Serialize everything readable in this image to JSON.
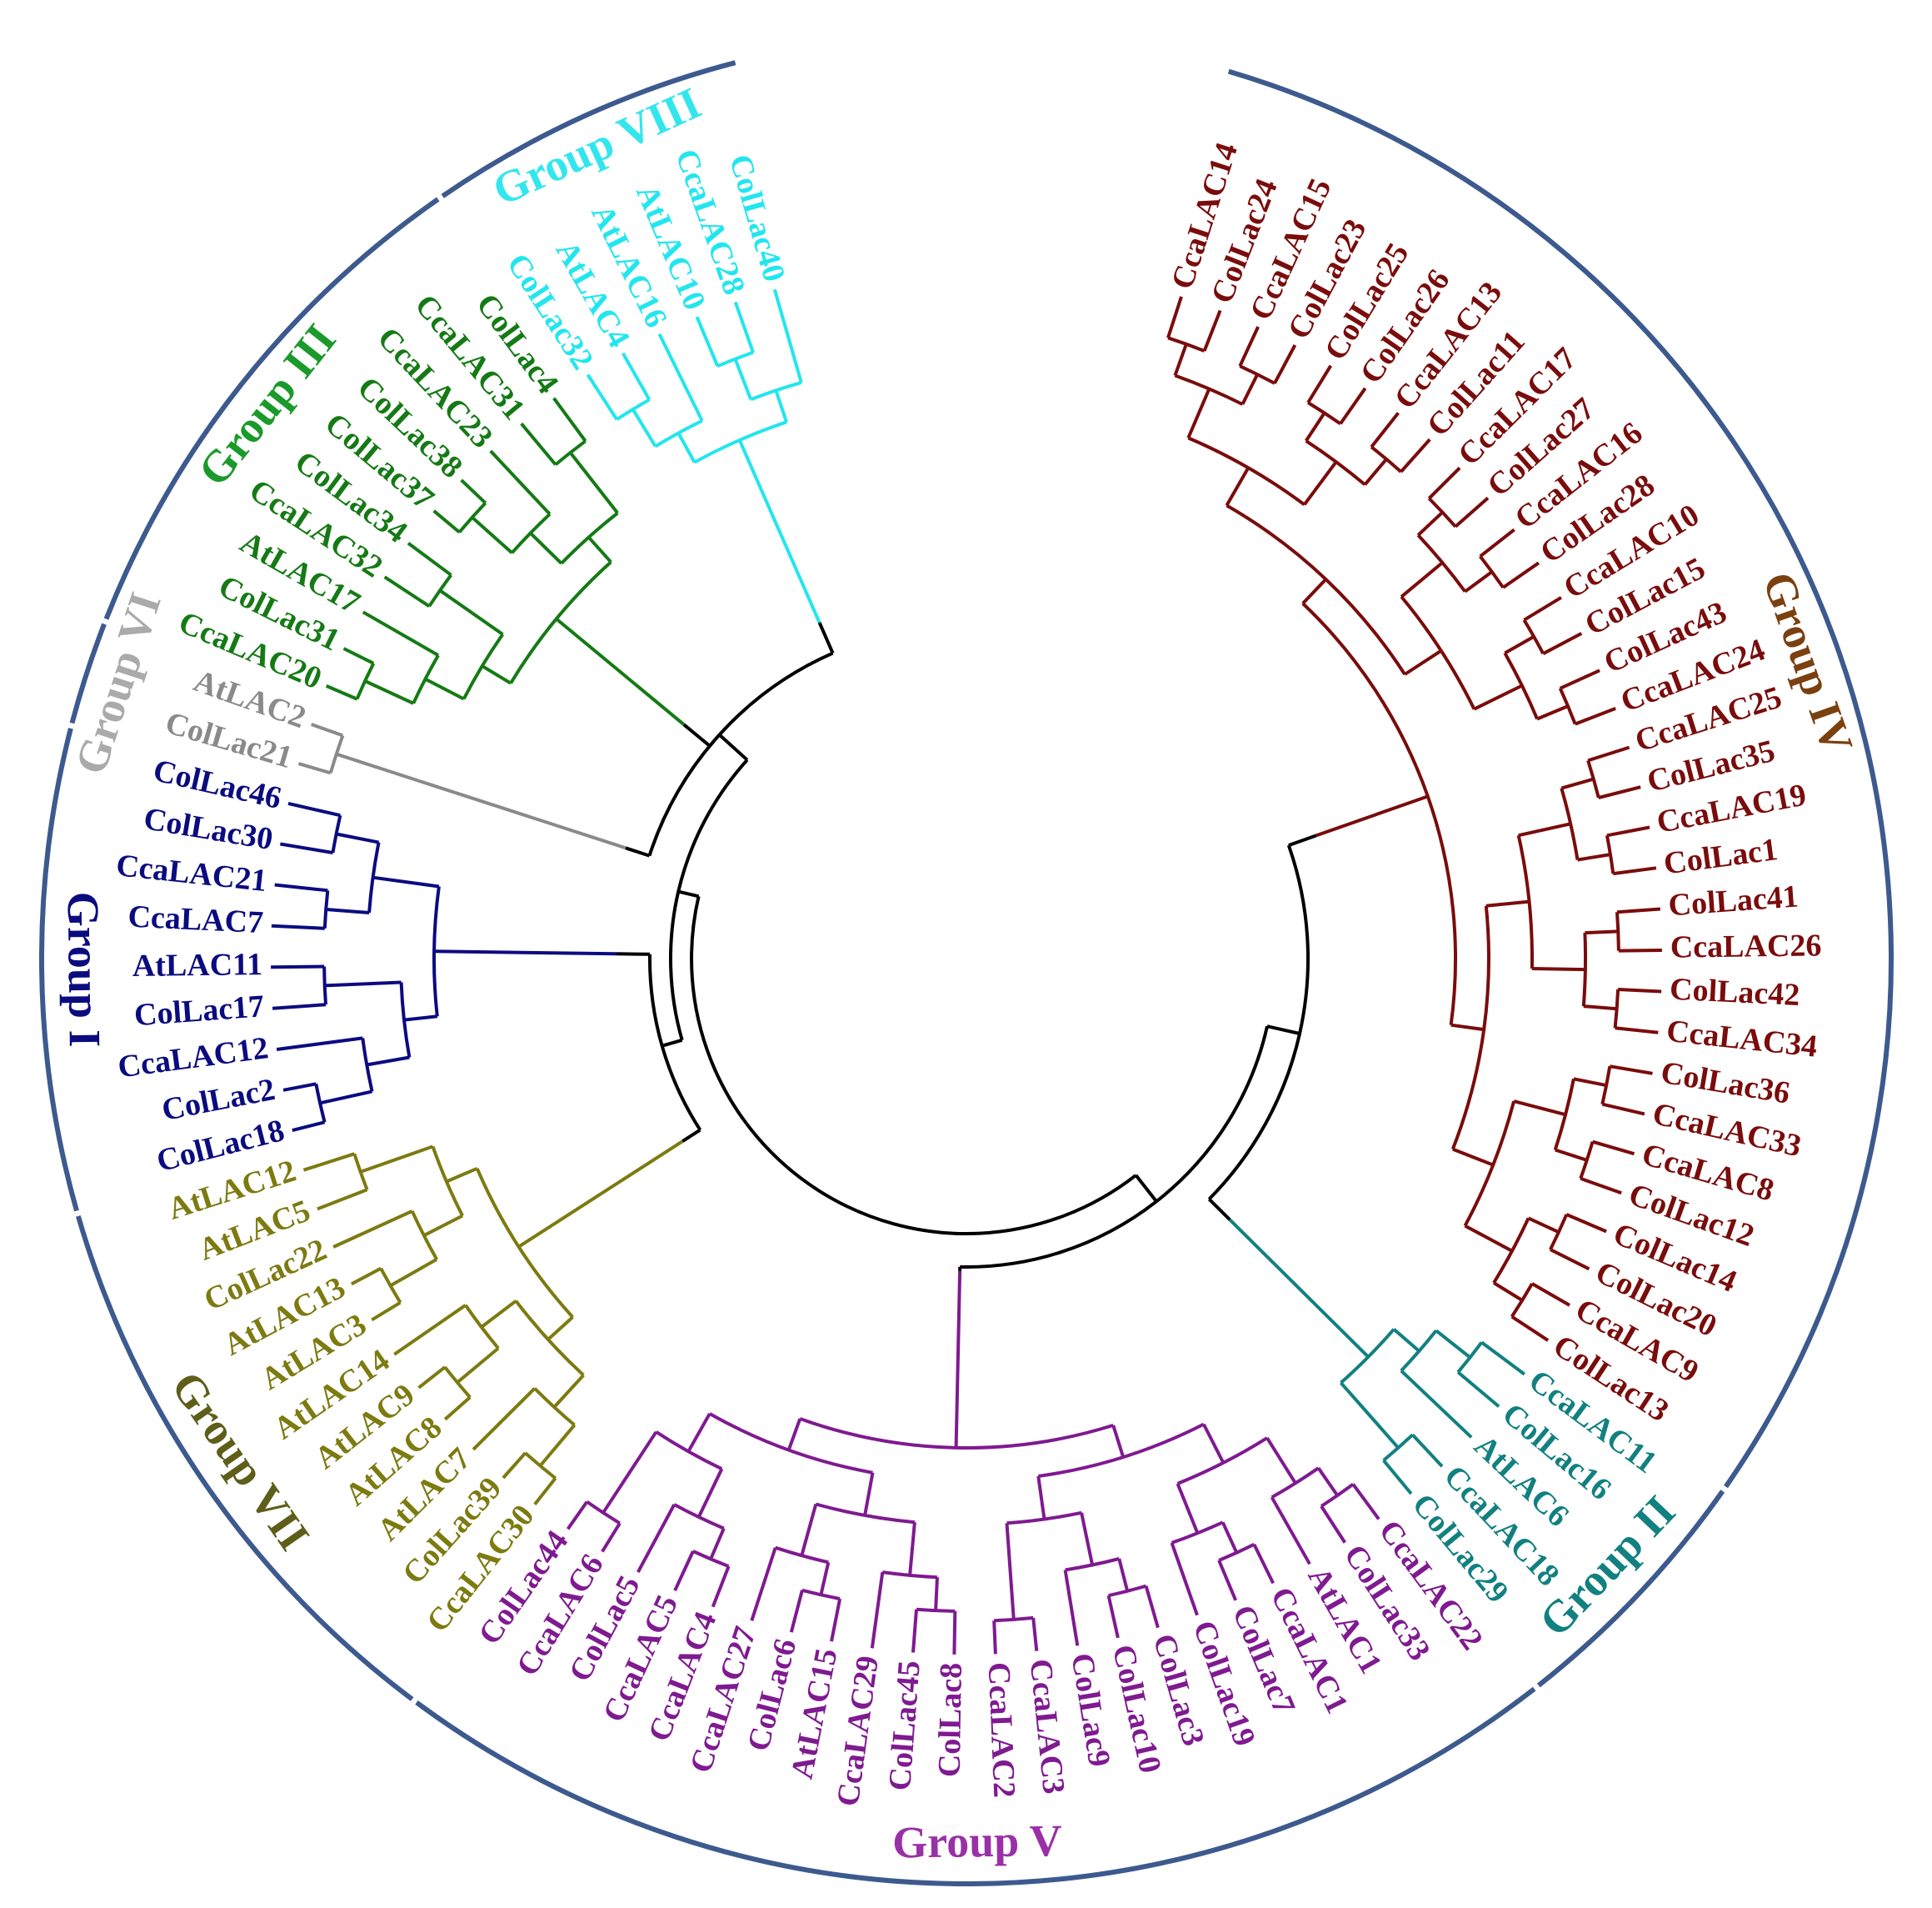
{
  "colors": {
    "ring": "#3d5a8e",
    "backbone": "#000000",
    "group_I": "#0b0b80",
    "group_II": "#128080",
    "group_III": "#157a15",
    "group_IV": "#7a0c0c",
    "group_V": "#7f1a90",
    "group_VI": "#8a8a8a",
    "group_VII": "#7d7a10",
    "group_VIII": "#22e6ee",
    "group_IV_label": "#7a4010",
    "group_V_label": "#9a30a8",
    "group_VI_label": "#aaaaaa",
    "group_VII_label": "#5e5e1a",
    "group_III_label": "#1a9a2a",
    "group_II_label": "#128080",
    "group_I_label": "#0b0b80",
    "group_VIII_label": "#33e6ee"
  },
  "groups": [
    {
      "id": "IV",
      "label": "Group IV",
      "color_key": "group_IV",
      "leaves": [
        "CcaLAC14",
        "ColLac24",
        "CcaLAC15",
        "ColLac23",
        "ColLac25",
        "ColLac26",
        "CcaLAC13",
        "ColLac11",
        "CcaLAC17",
        "ColLac27",
        "CcaLAC16",
        "ColLac28",
        "CcaLAC10",
        "ColLac15",
        "ColLac43",
        "CcaLAC24",
        "CcaLAC25",
        "ColLac35",
        "CcaLAC19",
        "ColLac1",
        "ColLac41",
        "CcaLAC26",
        "ColLac42",
        "CcaLAC34",
        "ColLac36",
        "CcaLAC33",
        "CcaLAC8",
        "ColLac12",
        "ColLac14",
        "ColLac20",
        "CcaLAC9",
        "ColLac13"
      ]
    },
    {
      "id": "II",
      "label": "Group II",
      "color_key": "group_II",
      "leaves": [
        "CcaLAC11",
        "ColLac16",
        "AtLAC6",
        "CcaLAC18",
        "ColLac29"
      ]
    },
    {
      "id": "V",
      "label": "Group V",
      "color_key": "group_V",
      "leaves": [
        "CcaLAC22",
        "ColLac33",
        "AtLAC1",
        "CcaLAC1",
        "ColLac7",
        "ColLac19",
        "ColLac3",
        "ColLac10",
        "ColLac9",
        "CcaLAC3",
        "CcaLAC2",
        "ColLac8",
        "ColLac45",
        "CcaLAC29",
        "AtLAC15",
        "ColLac6",
        "CcaLAC27",
        "CcaLAC4",
        "CcaLAC5",
        "ColLac5",
        "CcaLAC6",
        "ColLac44"
      ]
    },
    {
      "id": "VII",
      "label": "Group VII",
      "color_key": "group_VII",
      "leaves": [
        "CcaLAC30",
        "ColLac39",
        "AtLAC7",
        "AtLAC8",
        "AtLAC9",
        "AtLAC14",
        "AtLAC3",
        "AtLAC13",
        "ColLac22",
        "AtLAC5",
        "AtLAC12"
      ]
    },
    {
      "id": "I",
      "label": "Group I",
      "color_key": "group_I",
      "leaves": [
        "ColLac18",
        "ColLac2",
        "CcaLAC12",
        "ColLac17",
        "AtLAC11",
        "CcaLAC7",
        "CcaLAC21",
        "ColLac30",
        "ColLac46"
      ]
    },
    {
      "id": "VI",
      "label": "Group VI",
      "color_key": "group_VI",
      "leaves": [
        "ColLac21",
        "AtLAC2"
      ]
    },
    {
      "id": "III",
      "label": "Group III",
      "color_key": "group_III",
      "leaves": [
        "CcaLAC20",
        "ColLac31",
        "AtLAC17",
        "CcaLAC32",
        "ColLac34",
        "ColLac37",
        "ColLac38",
        "CcaLAC23",
        "CcaLAC31",
        "ColLac4"
      ]
    },
    {
      "id": "VIII",
      "label": "Group VIII",
      "color_key": "group_VIII",
      "leaves": [
        "ColLac32",
        "AtLAC4",
        "AtLAC16",
        "AtLAC10",
        "CcaLAC28",
        "ColLac40"
      ]
    }
  ]
}
